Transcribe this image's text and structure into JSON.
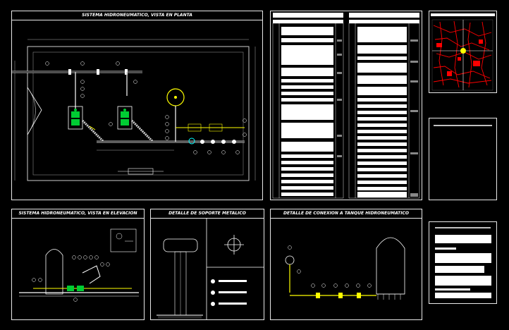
{
  "panels": {
    "plan_title": "SISTEMA HIDRONEUMATICO, VISTA EN PLANTA",
    "elevation_title": "SISTEMA HIDRONEUMATICO, VISTA EN ELEVACION",
    "support_title": "DETALLE DE SOPORTE METALICO",
    "tank_title": "DETALLE DE CONEXION A TANQUE HIDRONEUMATICO"
  },
  "colors": {
    "line": "#e8e8e8",
    "pipe": "#ffff00",
    "pump": "#00cc33",
    "map": "#ff0000",
    "accent": "#00ffff"
  },
  "icons": [
    "pump-icon",
    "hydropneumatic-tank-icon",
    "valve-icon",
    "north-arrow-icon",
    "location-map-icon"
  ]
}
